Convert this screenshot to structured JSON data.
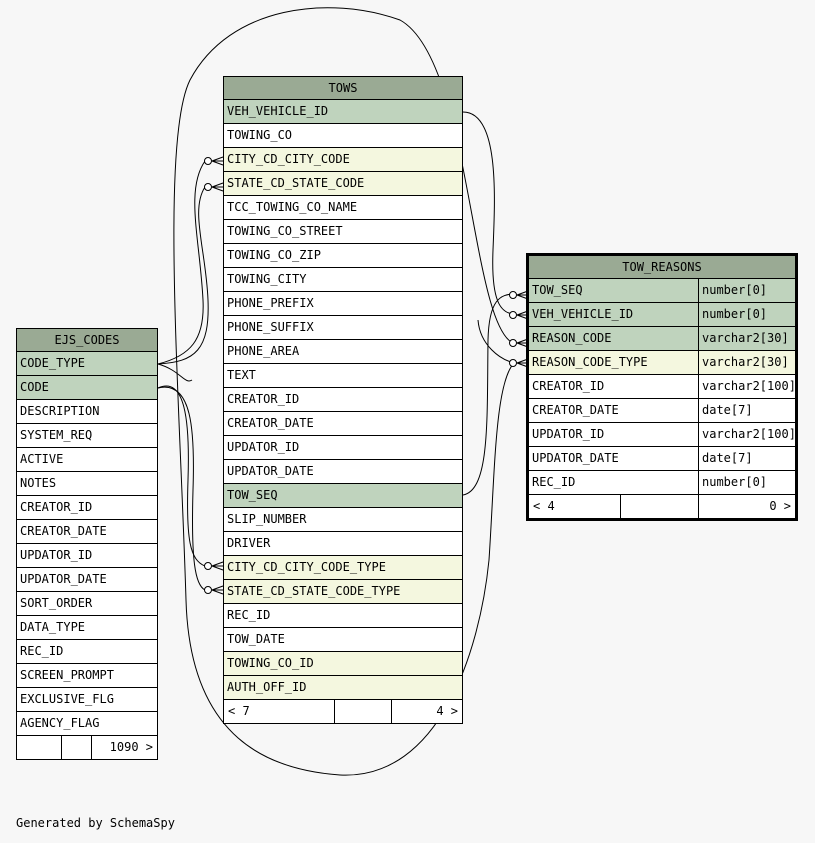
{
  "tables": {
    "tows": {
      "name": "TOWS",
      "columns": [
        {
          "name": "VEH_VEHICLE_ID",
          "kind": "pk"
        },
        {
          "name": "TOWING_CO",
          "kind": "plain"
        },
        {
          "name": "CITY_CD_CITY_CODE",
          "kind": "fk"
        },
        {
          "name": "STATE_CD_STATE_CODE",
          "kind": "fk"
        },
        {
          "name": "TCC_TOWING_CO_NAME",
          "kind": "plain"
        },
        {
          "name": "TOWING_CO_STREET",
          "kind": "plain"
        },
        {
          "name": "TOWING_CO_ZIP",
          "kind": "plain"
        },
        {
          "name": "TOWING_CITY",
          "kind": "plain"
        },
        {
          "name": "PHONE_PREFIX",
          "kind": "plain"
        },
        {
          "name": "PHONE_SUFFIX",
          "kind": "plain"
        },
        {
          "name": "PHONE_AREA",
          "kind": "plain"
        },
        {
          "name": "TEXT",
          "kind": "plain"
        },
        {
          "name": "CREATOR_ID",
          "kind": "plain"
        },
        {
          "name": "CREATOR_DATE",
          "kind": "plain"
        },
        {
          "name": "UPDATOR_ID",
          "kind": "plain"
        },
        {
          "name": "UPDATOR_DATE",
          "kind": "plain"
        },
        {
          "name": "TOW_SEQ",
          "kind": "pk"
        },
        {
          "name": "SLIP_NUMBER",
          "kind": "plain"
        },
        {
          "name": "DRIVER",
          "kind": "plain"
        },
        {
          "name": "CITY_CD_CITY_CODE_TYPE",
          "kind": "fk"
        },
        {
          "name": "STATE_CD_STATE_CODE_TYPE",
          "kind": "fk"
        },
        {
          "name": "REC_ID",
          "kind": "plain"
        },
        {
          "name": "TOW_DATE",
          "kind": "plain"
        },
        {
          "name": "TOWING_CO_ID",
          "kind": "fk"
        },
        {
          "name": "AUTH_OFF_ID",
          "kind": "fk"
        }
      ],
      "footer": {
        "left": "< 7",
        "mid": "",
        "right": "4 >"
      }
    },
    "ejs_codes": {
      "name": "EJS_CODES",
      "columns": [
        {
          "name": "CODE_TYPE",
          "kind": "pk"
        },
        {
          "name": "CODE",
          "kind": "pk"
        },
        {
          "name": "DESCRIPTION",
          "kind": "plain"
        },
        {
          "name": "SYSTEM_REQ",
          "kind": "plain"
        },
        {
          "name": "ACTIVE",
          "kind": "plain"
        },
        {
          "name": "NOTES",
          "kind": "plain"
        },
        {
          "name": "CREATOR_ID",
          "kind": "plain"
        },
        {
          "name": "CREATOR_DATE",
          "kind": "plain"
        },
        {
          "name": "UPDATOR_ID",
          "kind": "plain"
        },
        {
          "name": "UPDATOR_DATE",
          "kind": "plain"
        },
        {
          "name": "SORT_ORDER",
          "kind": "plain"
        },
        {
          "name": "DATA_TYPE",
          "kind": "plain"
        },
        {
          "name": "REC_ID",
          "kind": "plain"
        },
        {
          "name": "SCREEN_PROMPT",
          "kind": "plain"
        },
        {
          "name": "EXCLUSIVE_FLG",
          "kind": "plain"
        },
        {
          "name": "AGENCY_FLAG",
          "kind": "plain"
        }
      ],
      "footer": {
        "left": "",
        "mid": "",
        "right": "1090 >"
      }
    },
    "tow_reasons": {
      "name": "TOW_REASONS",
      "columns": [
        {
          "name": "TOW_SEQ",
          "type": "number[0]",
          "kind": "pk"
        },
        {
          "name": "VEH_VEHICLE_ID",
          "type": "number[0]",
          "kind": "pk"
        },
        {
          "name": "REASON_CODE",
          "type": "varchar2[30]",
          "kind": "pk"
        },
        {
          "name": "REASON_CODE_TYPE",
          "type": "varchar2[30]",
          "kind": "fk"
        },
        {
          "name": "CREATOR_ID",
          "type": "varchar2[100]",
          "kind": "plain"
        },
        {
          "name": "CREATOR_DATE",
          "type": "date[7]",
          "kind": "plain"
        },
        {
          "name": "UPDATOR_ID",
          "type": "varchar2[100]",
          "kind": "plain"
        },
        {
          "name": "UPDATOR_DATE",
          "type": "date[7]",
          "kind": "plain"
        },
        {
          "name": "REC_ID",
          "type": "number[0]",
          "kind": "plain"
        }
      ],
      "footer": {
        "left": "< 4",
        "mid": "",
        "right": "0 >"
      }
    }
  },
  "generated_by": "Generated by SchemaSpy",
  "colors": {
    "title_bg": "#9aaa94",
    "pk_bg": "#bfd3bd",
    "fk_bg": "#f4f7df",
    "background": "#f7f7f7"
  }
}
